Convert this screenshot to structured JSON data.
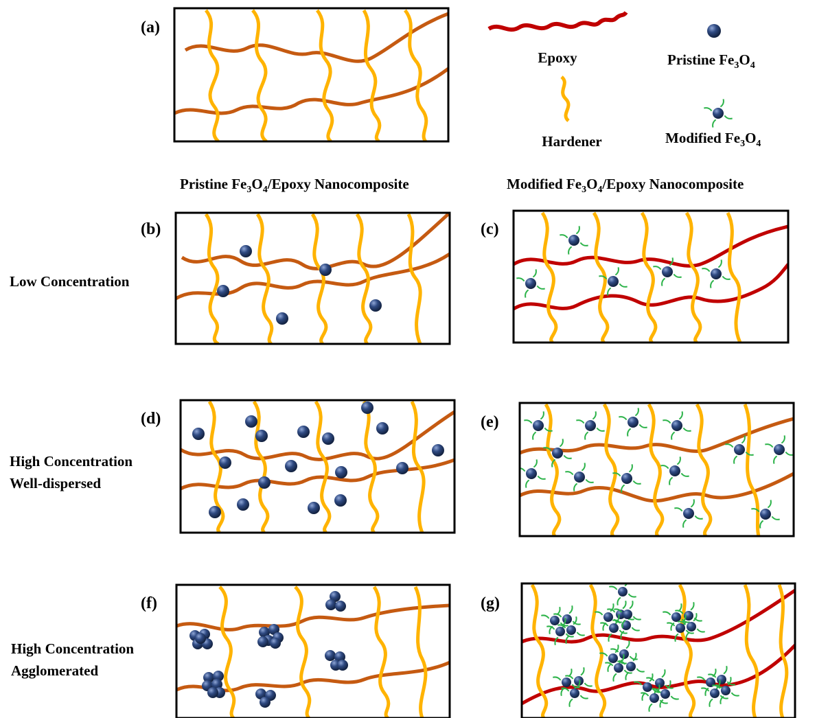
{
  "colors": {
    "epoxy_red": "#c00000",
    "epoxy_brown": "#c55a11",
    "hardener": "#ffb300",
    "particle": "#2f4a82",
    "modifier": "#2db34a",
    "frame": "#000000"
  },
  "legend": {
    "epoxy": "Epoxy",
    "hardener": "Hardener",
    "pristine_pre": "Pristine Fe",
    "modified_pre": "Modified Fe",
    "formula_sub3": "3",
    "formula_o": "O",
    "formula_sub4": "4"
  },
  "headers": {
    "pristine_pre": "Pristine Fe",
    "pristine_post": "/Epoxy Nanocomposite",
    "modified_pre": "Modified Fe",
    "modified_post": "/Epoxy Nanocomposite"
  },
  "rows": {
    "low": "Low Concentration",
    "high1": "High Concentration",
    "high2": "Well-dispersed",
    "agg1": "High Concentration",
    "agg2": "Agglomerated"
  },
  "panels": {
    "a": "(a)",
    "b": "(b)",
    "c": "(c)",
    "d": "(d)",
    "e": "(e)",
    "f": "(f)",
    "g": "(g)"
  }
}
